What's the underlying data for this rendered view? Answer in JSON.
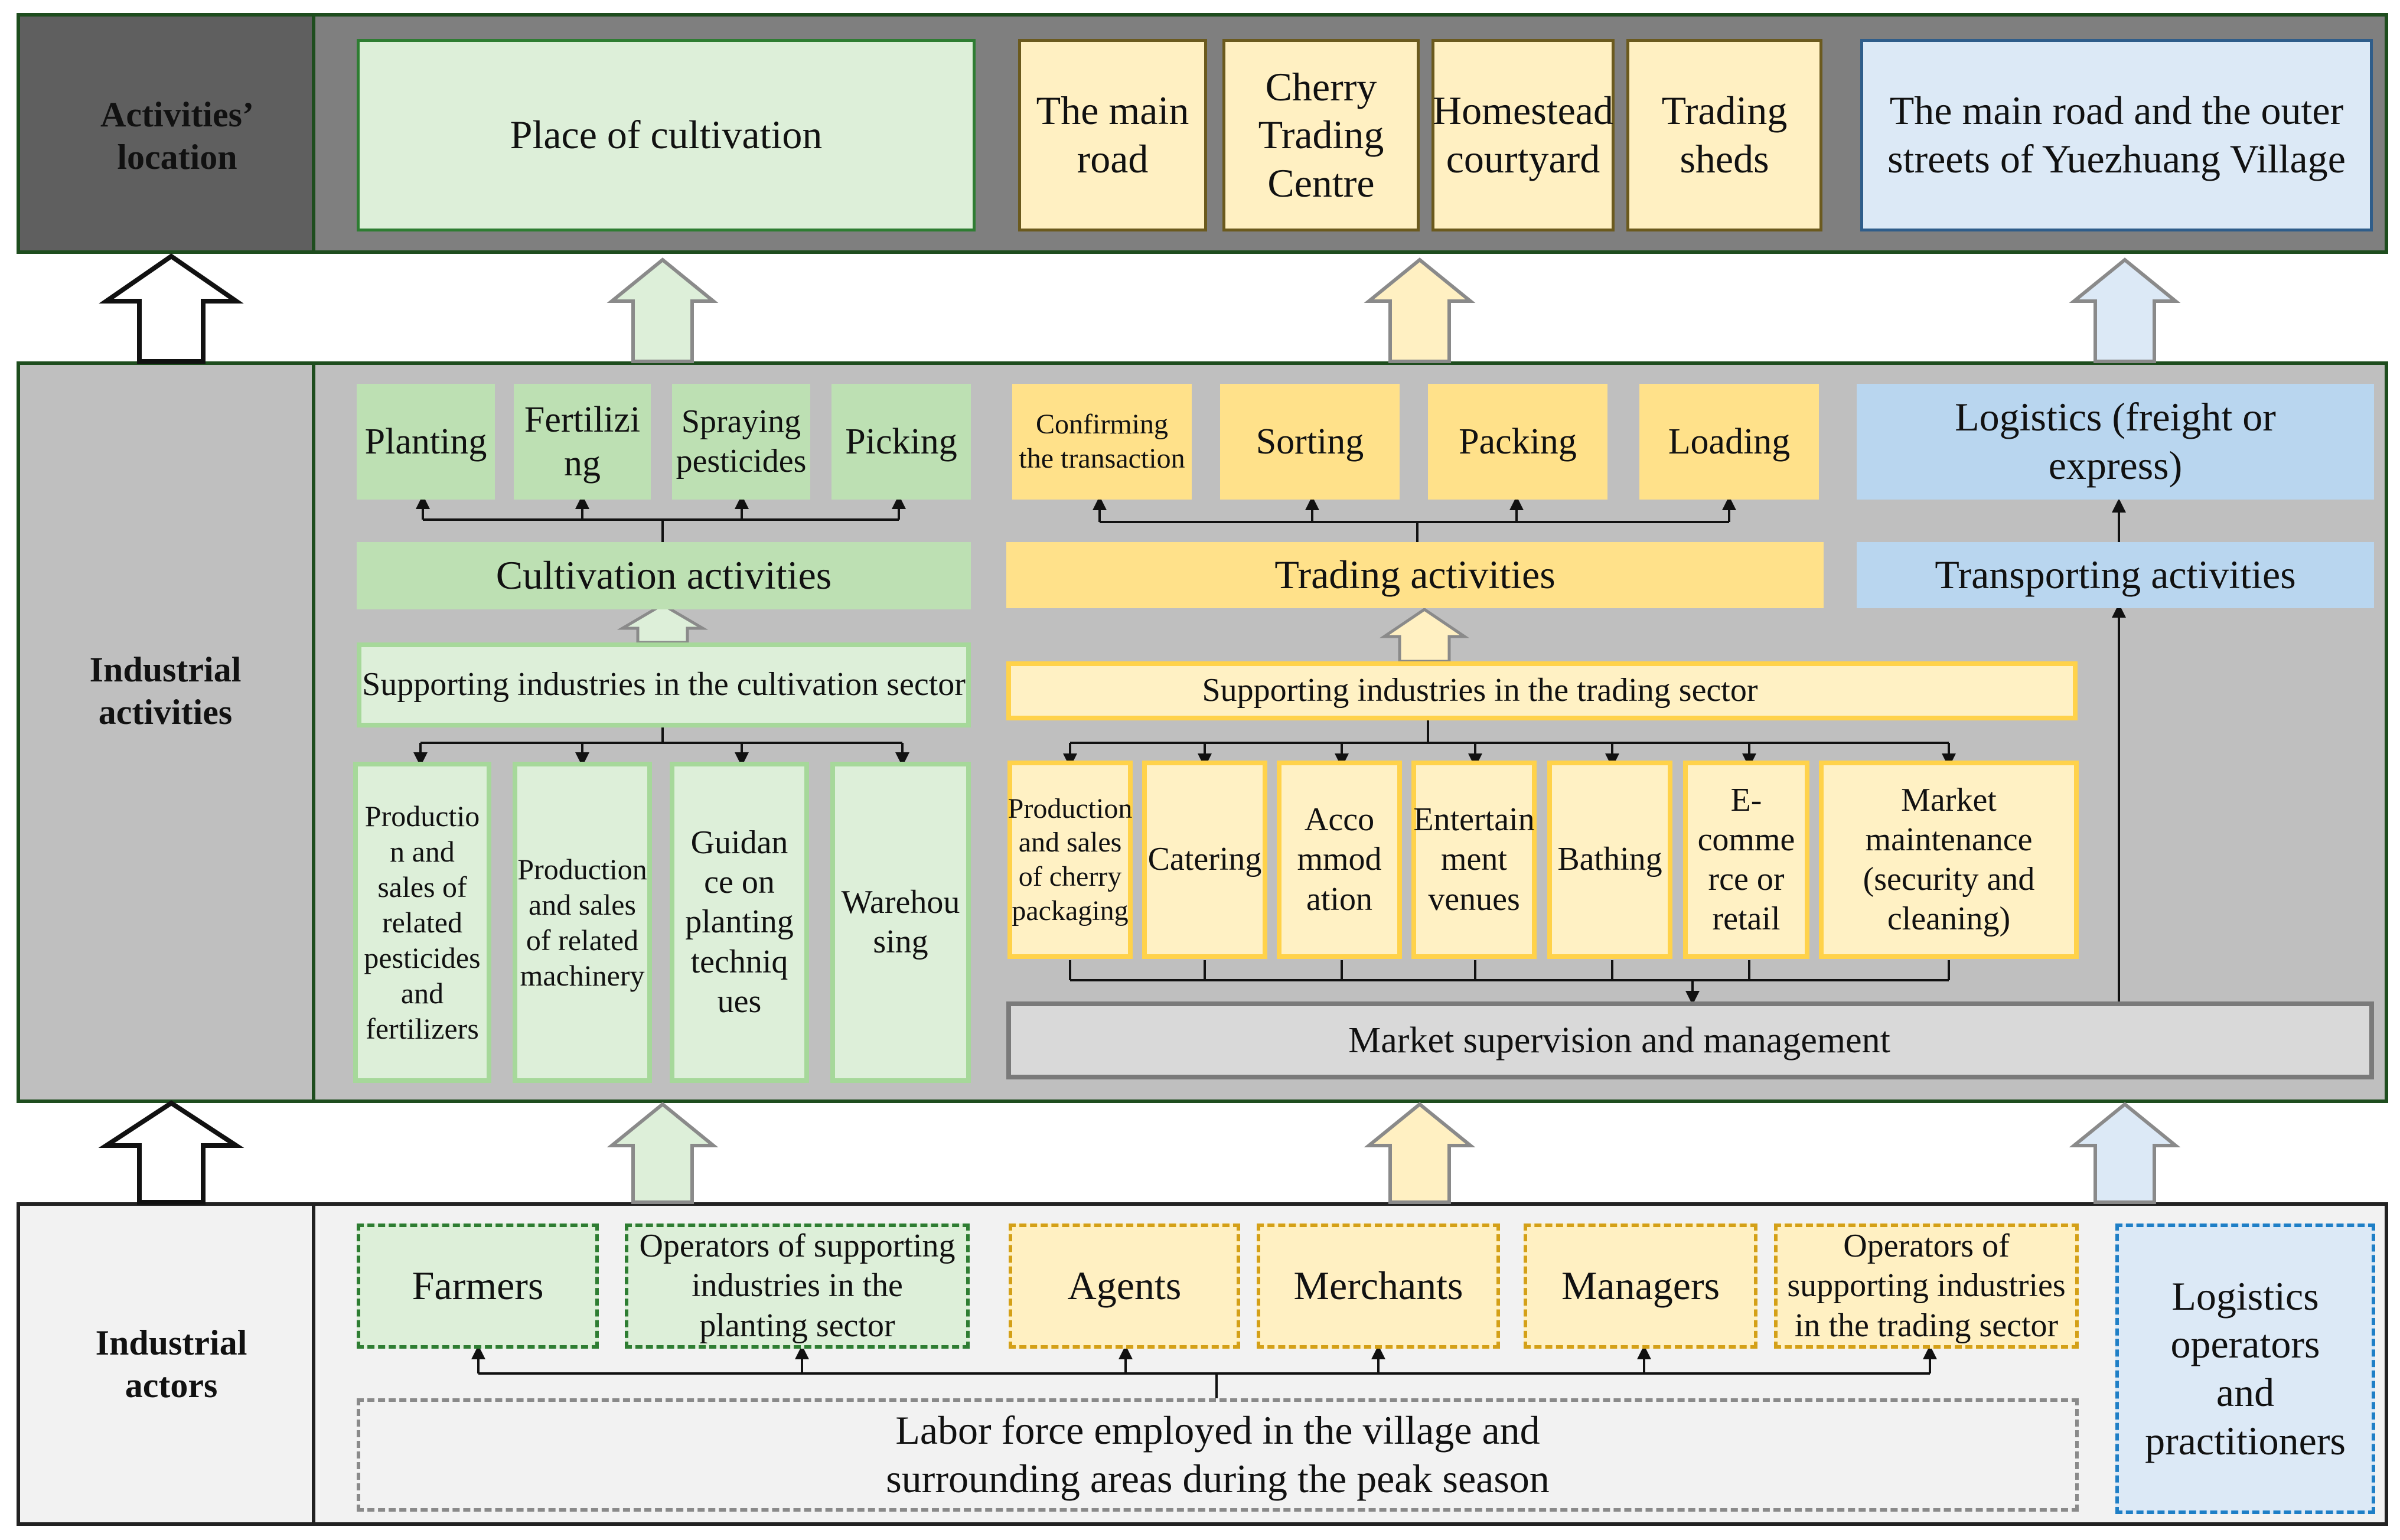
{
  "rows": {
    "location_label": "Activities’ location",
    "activities_label": "Industrial activities",
    "actors_label": "Industrial actors"
  },
  "location": {
    "cultivation": "Place of cultivation",
    "main_road": "The main road",
    "cherry_centre": "Cherry Trading Centre",
    "homestead": "Homestead courtyard",
    "trading_sheds": "Trading sheds",
    "outer_streets": "The main road and the outer streets of Yuezhuang Village"
  },
  "cultivation": {
    "steps": [
      "Planting",
      "Fertilizi ng",
      "Spraying pesticides",
      "Picking"
    ],
    "activities": "Cultivation activities",
    "supporting": "Supporting industries in the cultivation sector",
    "industries": [
      "Productio n and sales of related pesticides and fertilizers",
      "Production and sales of related machinery",
      "Guidan ce on planting techniq ues",
      "Warehou sing"
    ]
  },
  "trading": {
    "steps": [
      "Confirming the transaction",
      "Sorting",
      "Packing",
      "Loading"
    ],
    "activities": "Trading activities",
    "supporting": "Supporting industries in the trading sector",
    "industries": [
      "Production and sales of cherry packaging",
      "Catering",
      "Acco mmod ation",
      "Entertain ment venues",
      "Bathing",
      "E-comme rce or retail",
      "Market maintenance (security and cleaning)"
    ],
    "supervision": "Market supervision and management"
  },
  "transport": {
    "logistics": "Logistics (freight or express)",
    "activities": "Transporting activities"
  },
  "actors": {
    "farmers": "Farmers",
    "planting_operators": "Operators of supporting industries in the planting sector",
    "agents": "Agents",
    "merchants": "Merchants",
    "managers": "Managers",
    "trading_operators": "Operators of supporting industries in the trading sector",
    "logistics": "Logistics operators and practitioners",
    "labor": "Labor force employed in the village and surrounding areas during the peak season"
  },
  "colors": {
    "green_zone": "#ddefd9",
    "yellow_zone": "#ffe18a",
    "blue_zone": "#b9d6ef",
    "dark_gray": "#7f7f7f",
    "mid_gray": "#bfbfbf",
    "light_gray": "#f2f2f2"
  }
}
